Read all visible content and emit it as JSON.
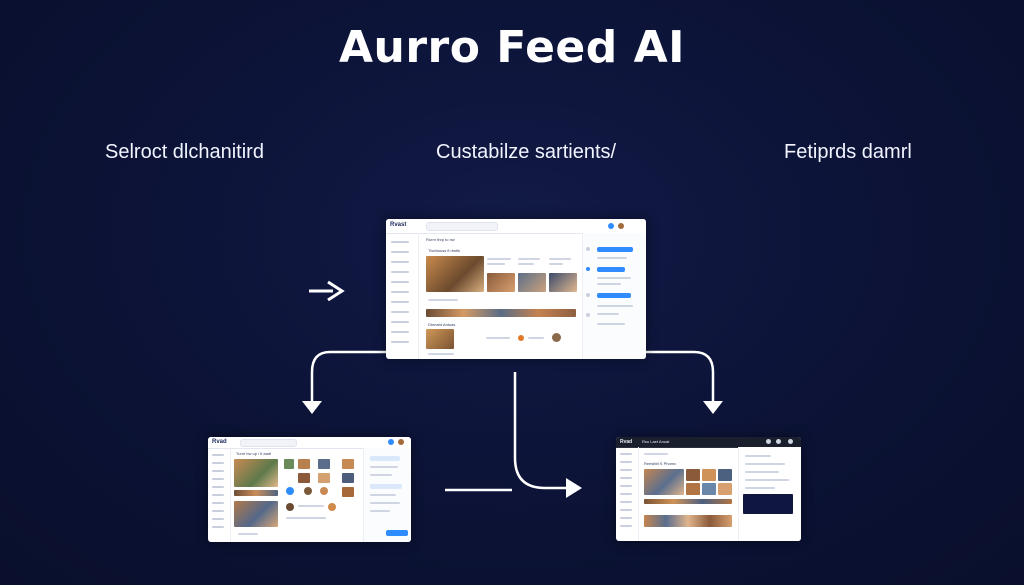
{
  "title": "Aurro Feed AI",
  "steps": [
    {
      "label": "Selroct dlchanitird"
    },
    {
      "label": "Custabilze sartients/"
    },
    {
      "label": "Fetiprds damrl"
    }
  ],
  "screens": {
    "center": {
      "logo": "Rvast",
      "heading": "Rurrn thrp to nw",
      "section1": "Tbchiouss fl rhstlk",
      "section2": "Dhmaht Antuas"
    },
    "left": {
      "logo": "Rvad",
      "heading": "Turnt hw up / if aartl"
    },
    "right": {
      "logo": "Rvad",
      "heading": "Rsu Laet Anoat",
      "section": "Reestbit S Phornc"
    }
  },
  "colors": {
    "background": "#0c1236",
    "accent": "#2f8cff",
    "arrow": "#ffffff"
  }
}
